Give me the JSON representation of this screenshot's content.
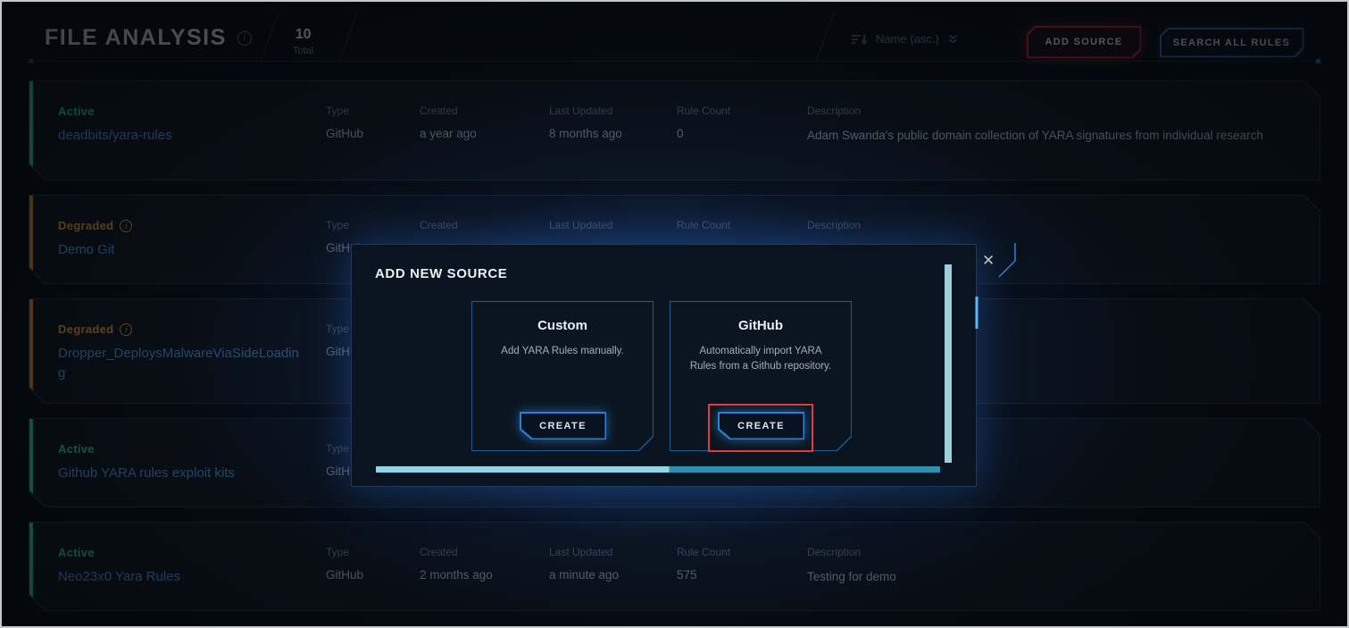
{
  "header": {
    "title": "FILE ANALYSIS",
    "total_count": "10",
    "total_label": "Total",
    "sort_label": "Name (asc.)",
    "add_source_label": "ADD SOURCE",
    "search_all_rules_label": "SEARCH ALL RULES"
  },
  "table": {
    "columns": {
      "type": "Type",
      "created": "Created",
      "last_updated": "Last Updated",
      "rule_count": "Rule Count",
      "description": "Description"
    }
  },
  "rows": [
    {
      "status": "Active",
      "name": "deadbits/yara-rules",
      "type": "GitHub",
      "created": "a year ago",
      "last_updated": "8 months ago",
      "rule_count": "0",
      "description": "Adam Swanda's public domain collection of YARA signatures from individual research"
    },
    {
      "status": "Degraded",
      "name": "Demo Git",
      "type": "GitHub",
      "created": "",
      "last_updated": "",
      "rule_count": "",
      "description": ""
    },
    {
      "status": "Degraded",
      "name": "Dropper_DeploysMalwareViaSideLoading",
      "type": "GitHub",
      "created": "",
      "last_updated": "",
      "rule_count": "",
      "description": ""
    },
    {
      "status": "Active",
      "name": "Github YARA rules exploit kits",
      "type": "GitHub",
      "created": "",
      "last_updated": "",
      "rule_count": "",
      "description": ""
    },
    {
      "status": "Active",
      "name": "Neo23x0 Yara Rules",
      "type": "GitHub",
      "created": "2 months ago",
      "last_updated": "a minute ago",
      "rule_count": "575",
      "description": "Testing for demo"
    }
  ],
  "modal": {
    "title": "ADD NEW SOURCE",
    "close_icon": "✕",
    "cards": [
      {
        "title": "Custom",
        "description": "Add YARA Rules manually.",
        "button_label": "CREATE"
      },
      {
        "title": "GitHub",
        "description": "Automatically import YARA Rules from a Github repository.",
        "button_label": "CREATE"
      }
    ]
  },
  "icons": {
    "info": "i"
  },
  "colors": {
    "active": "#2ec98f",
    "degraded": "#e0922f",
    "accent_blue": "#2e7fd4",
    "accent_red": "#b62437",
    "scrollbar_cyan": "#8fd7e6",
    "annotation_red": "#e23b3b"
  }
}
